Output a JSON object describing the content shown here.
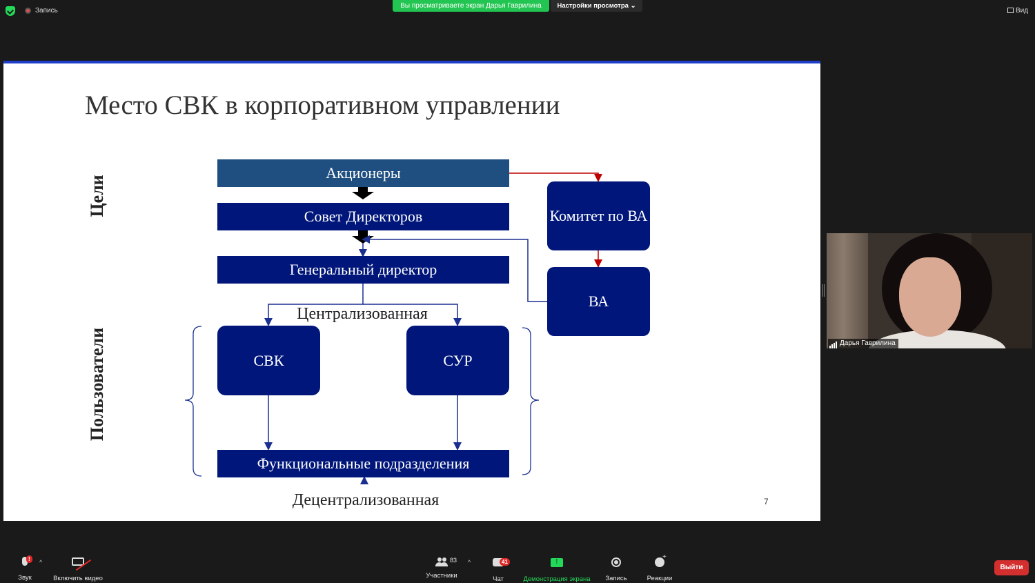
{
  "topbar": {
    "recording_label": "Запись",
    "sharing_banner": "Вы просматриваете экран Дарья Гаврилина",
    "view_settings": "Настройки просмотра",
    "view_label": "Вид"
  },
  "slide": {
    "title": "Место СВК в корпоративном управлении",
    "side_labels": {
      "goals": "Цели",
      "users": "Пользователи"
    },
    "boxes": {
      "shareholders": "Акционеры",
      "board": "Совет Директоров",
      "ceo": "Генеральный директор",
      "audit_committee": "Комитет по ВА",
      "internal_audit": "ВА",
      "ics": "СВК",
      "rms": "СУР",
      "functional_units": "Функциональные подразделения"
    },
    "labels": {
      "centralized": "Централизованная",
      "decentralized": "Децентрализованная"
    },
    "page_number": "7",
    "colors": {
      "dark_blue": "#00167a",
      "mid_blue": "#1f4e80",
      "red_arrow": "#c00000",
      "accent_bar": "#1f3fc9"
    }
  },
  "participant": {
    "name": "Дарья Гаврилина"
  },
  "toolbar": {
    "audio_label": "Звук",
    "audio_badge": "!",
    "video_label": "Включить видео",
    "participants_label": "Участники",
    "participants_count": "83",
    "chat_label": "Чат",
    "chat_badge": "41",
    "share_label": "Демонстрация экрана",
    "record_label": "Запись",
    "reactions_label": "Реакции",
    "leave_label": "Выйти"
  },
  "icons": [
    "shield-icon",
    "record-icon",
    "chevron-down-icon",
    "grid-view-icon",
    "microphone-icon",
    "camera-off-icon",
    "participants-icon",
    "chat-icon",
    "share-screen-icon",
    "record-button-icon",
    "reactions-icon",
    "signal-icon"
  ]
}
